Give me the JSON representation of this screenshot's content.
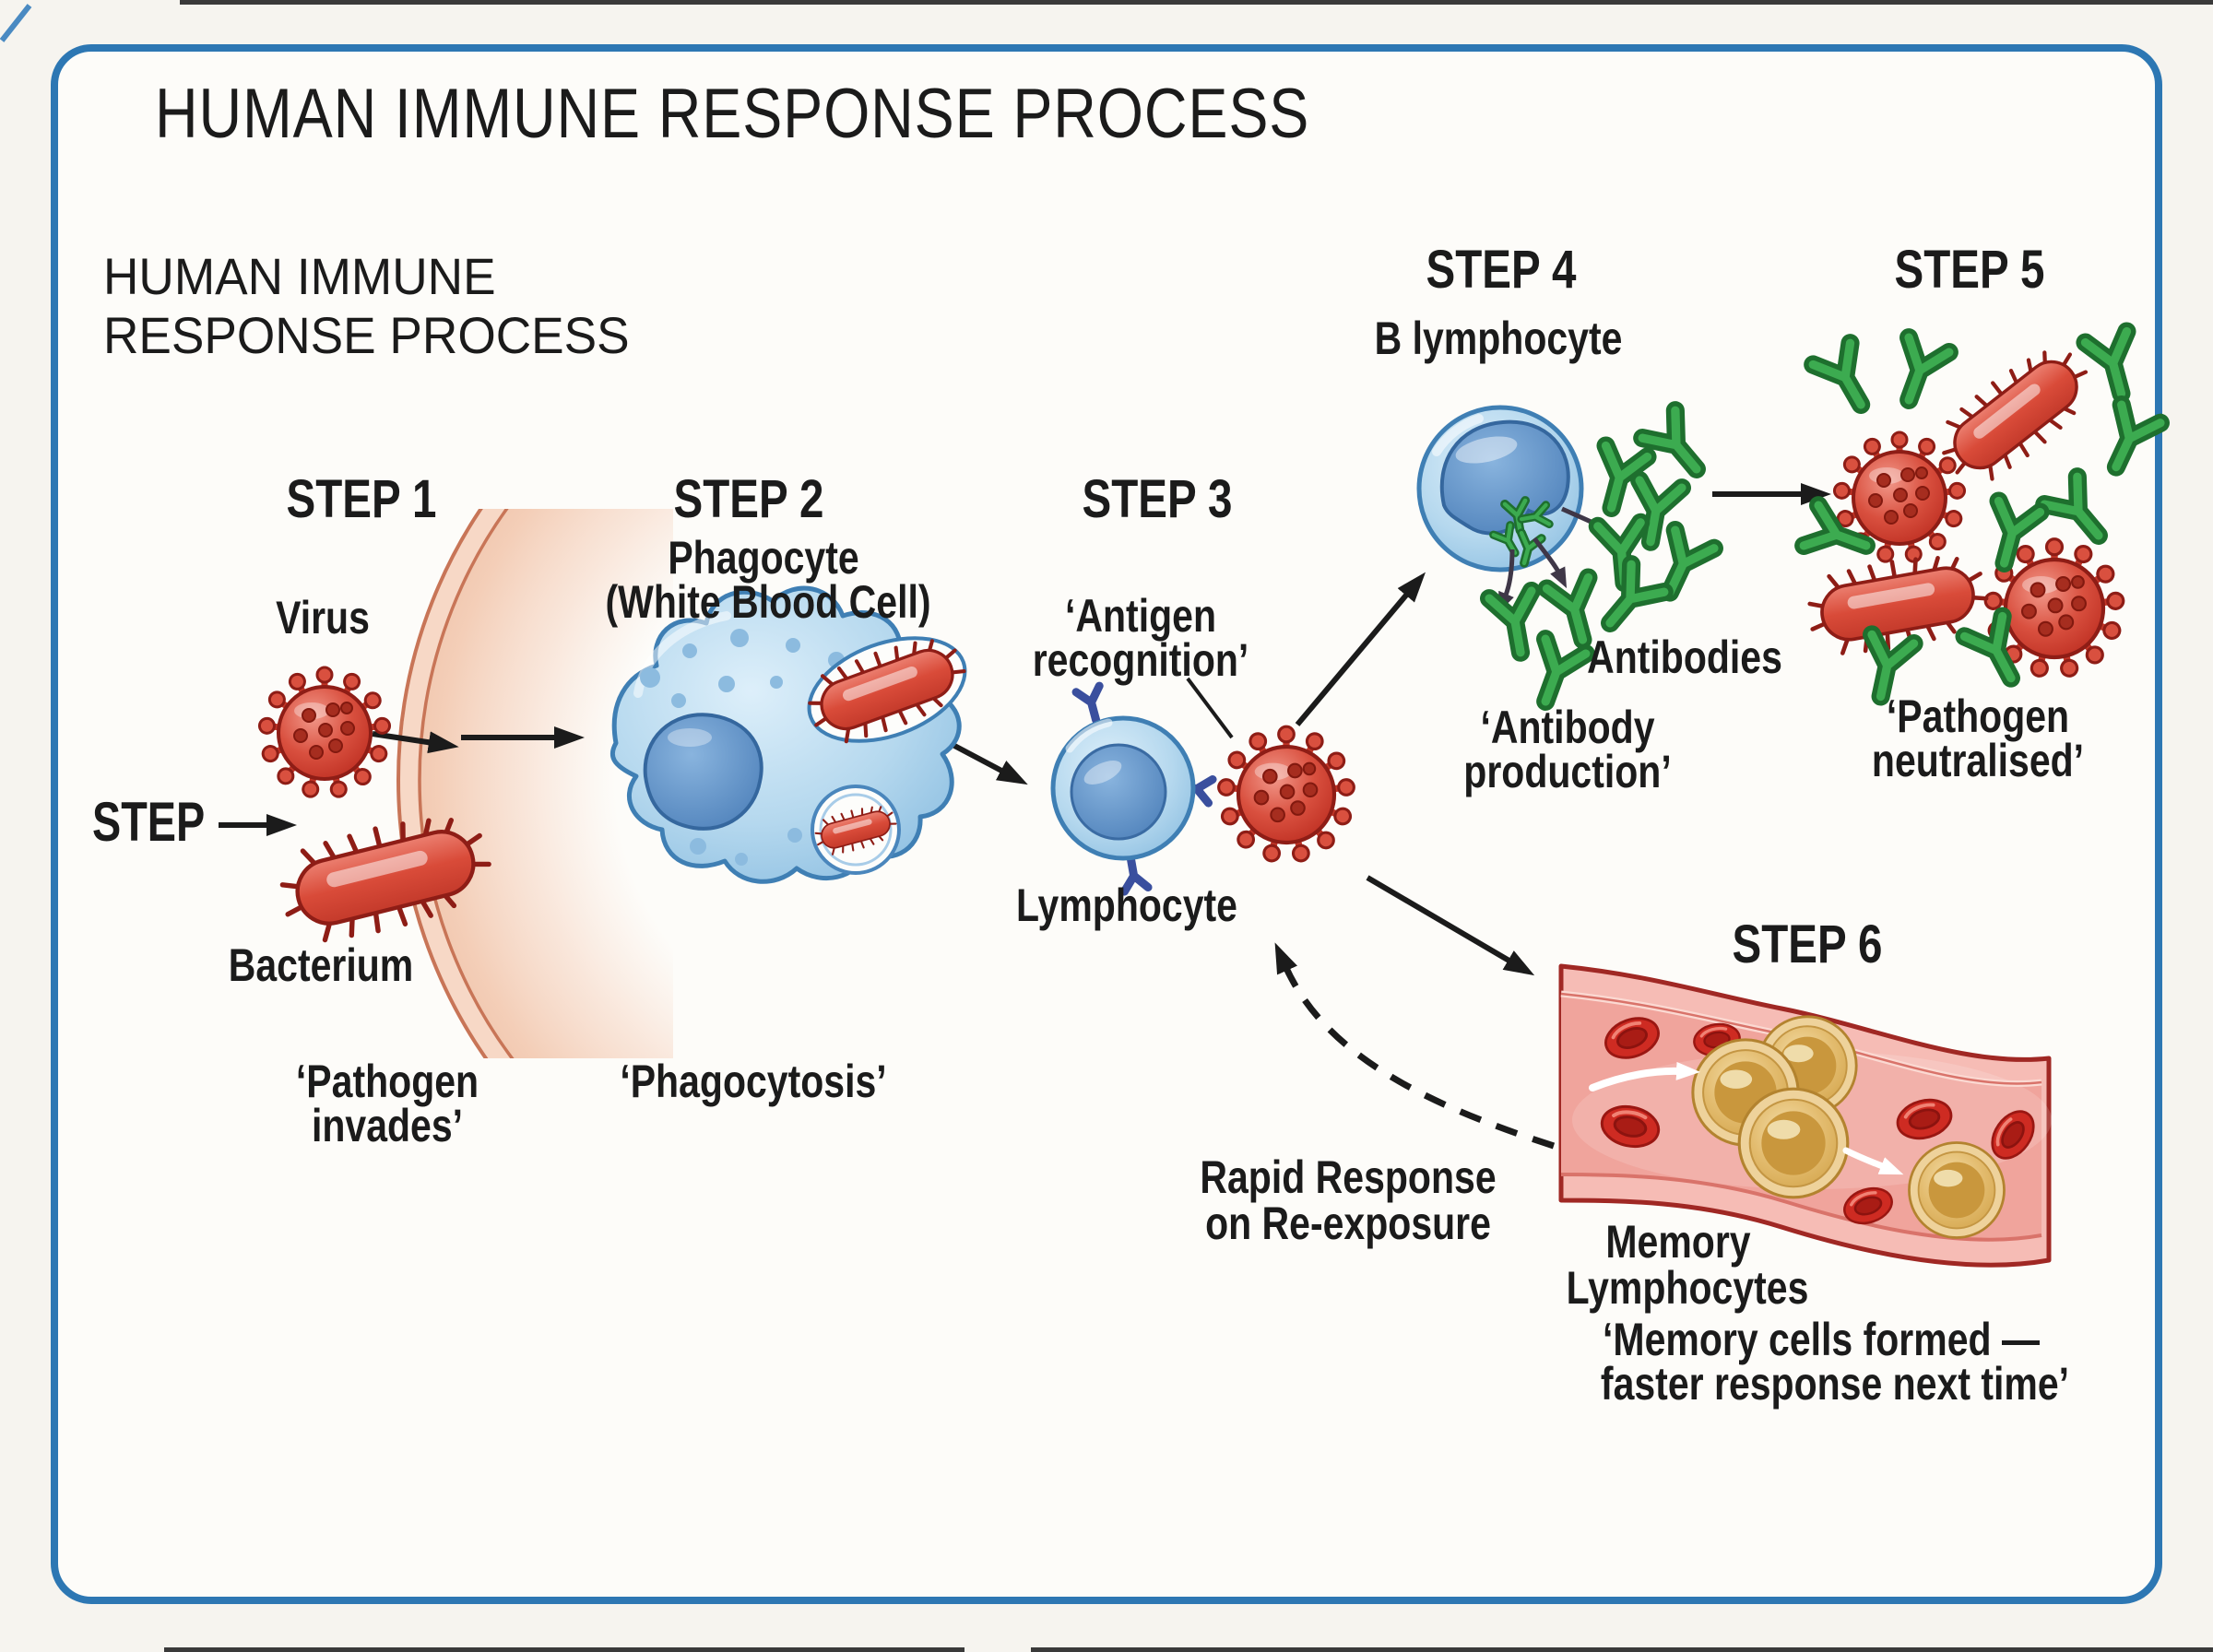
{
  "page": {
    "title": "HUMAN IMMUNE RESPONSE PROCESS",
    "subtitle": [
      "HUMAN IMMUNE",
      "RESPONSE PROCESS"
    ],
    "flow_label": "STEP"
  },
  "step1": {
    "heading": "STEP 1",
    "virus_label": "Virus",
    "bacterium_label": "Bacterium",
    "caption": [
      "‘Pathogen",
      "invades’"
    ]
  },
  "step2": {
    "heading": "STEP 2",
    "cell_label": [
      "Phagocyte",
      "(White Blood Cell)"
    ],
    "caption": "‘Phagocytosis’"
  },
  "step3": {
    "heading": "STEP 3",
    "annotation": [
      "‘Antigen",
      "recognition’"
    ],
    "cell_label": "Lymphocyte"
  },
  "step4": {
    "heading": "STEP 4",
    "cell_label": "B lymphocyte",
    "antibodies_label": "Antibodies",
    "caption": [
      "‘Antibody",
      "production’"
    ]
  },
  "step5": {
    "heading": "STEP 5",
    "caption": [
      "‘Pathogen",
      "neutralised’"
    ]
  },
  "step6": {
    "heading": "STEP 6",
    "cell_label": [
      "Memory",
      "Lymphocytes"
    ],
    "caption": [
      "‘Memory cells formed —",
      "faster response next time’"
    ]
  },
  "reexposure": {
    "label": [
      "Rapid Response",
      "on Re-exposure"
    ]
  },
  "colors": {
    "border_blue": "#2d77b3",
    "pathogen_red": "#c93a2b",
    "antibody_green": "#2f9e43",
    "cell_blue": "#a9d2ec",
    "nucleus_blue": "#4c7fb9",
    "membrane_peach": "#f2c6ac",
    "vessel_pink": "#f0a49c",
    "memory_gold": "#ddb366",
    "arrow_black": "#1b1b1b"
  }
}
